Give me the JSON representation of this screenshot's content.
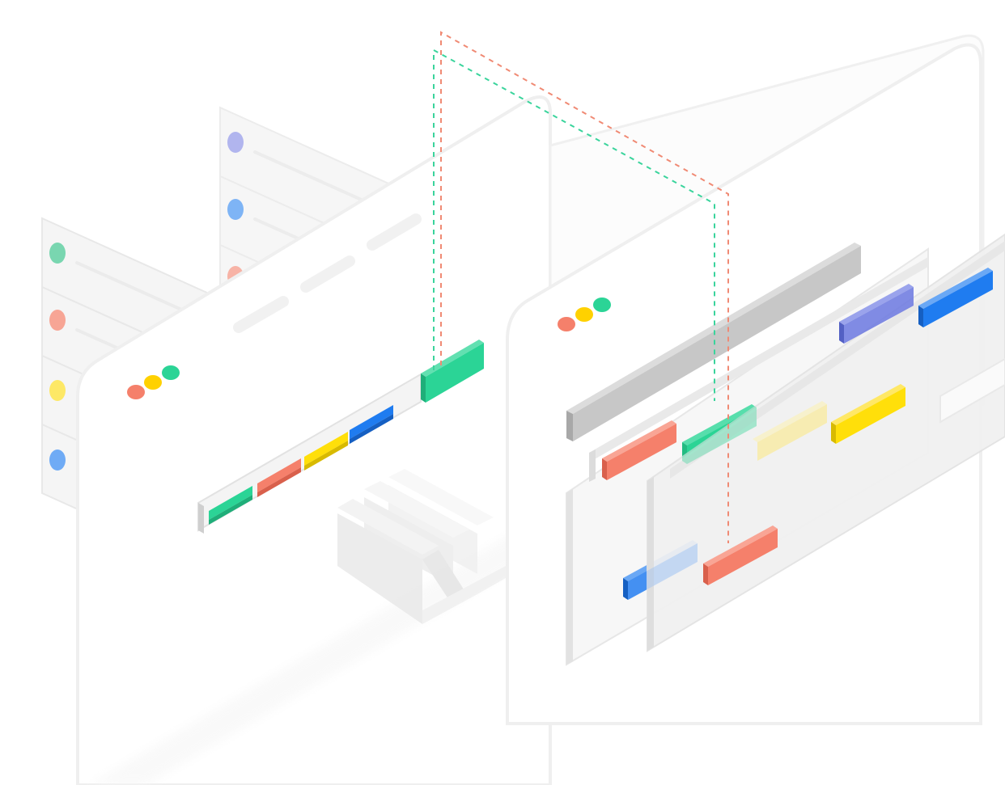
{
  "colors": {
    "background": "#ffffff",
    "frame_fill": "#ffffff",
    "frame_edge": "#eeeeee",
    "panel_fill": "#f4f4f4",
    "panel_edge": "#e6e6e6",
    "line_light": "#e9e9e9",
    "red": "#f5806b",
    "red_dark": "#d9604c",
    "yellow": "#ffdf0a",
    "yellow_dark": "#d8ba00",
    "green": "#2bd496",
    "green_dark": "#1fae79",
    "blue": "#1f7cf0",
    "blue_dark": "#155fc2",
    "purple": "#6b78e0",
    "purple_dark": "#5360c4",
    "gray_bar": "#c7c7c7",
    "gray_bar_dark": "#a8a8a8",
    "dash_red": "#f08a74",
    "dash_green": "#3ad49c"
  },
  "icons": {
    "left_list_dots": [
      "green-dot-icon",
      "red-dot-icon",
      "yellow-dot-icon",
      "blue-dot-icon"
    ],
    "back_list_dots": [
      "purple-dot-icon",
      "blue-dot-icon",
      "red-dot-icon"
    ],
    "window_controls": [
      "red-dot-icon",
      "yellow-dot-icon",
      "green-dot-icon"
    ]
  },
  "palette_bar_order": [
    "green",
    "red",
    "yellow",
    "blue"
  ]
}
